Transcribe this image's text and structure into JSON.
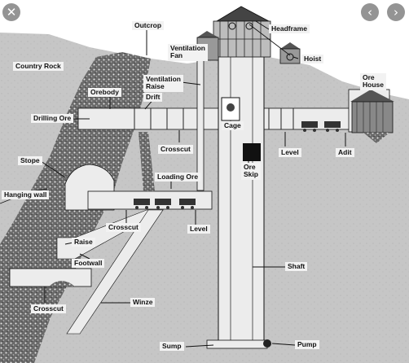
{
  "viewer": {
    "close_glyph": "✕",
    "prev_glyph": "‹",
    "next_glyph": "›"
  },
  "labels": {
    "outcrop": "Outcrop",
    "headframe": "Headframe",
    "ventilation_fan": "Ventilation\nFan",
    "hoist": "Hoist",
    "country_rock": "Country Rock",
    "ore_house": "Ore\nHouse",
    "ventilation_raise": "Ventilation\nRaise",
    "orebody": "Orebody",
    "drift": "Drift",
    "drilling_ore": "Drilling Ore",
    "cage": "Cage",
    "crosscut_upper": "Crosscut",
    "level_right": "Level",
    "adit": "Adit",
    "stope": "Stope",
    "ore_skip": "Ore\nSkip",
    "loading_ore": "Loading Ore",
    "hanging_wall": "Hanging wall",
    "crosscut_mid": "Crosscut",
    "level_mid": "Level",
    "raise": "Raise",
    "footwall": "Footwall",
    "shaft": "Shaft",
    "winze": "Winze",
    "crosscut_lower": "Crosscut",
    "sump": "Sump",
    "pump": "Pump"
  },
  "colors": {
    "sky": "#ffffff",
    "rock": "#c9c9c9",
    "ore": "#5a5a5a",
    "tunnel": "#ececec",
    "ink": "#111111"
  }
}
